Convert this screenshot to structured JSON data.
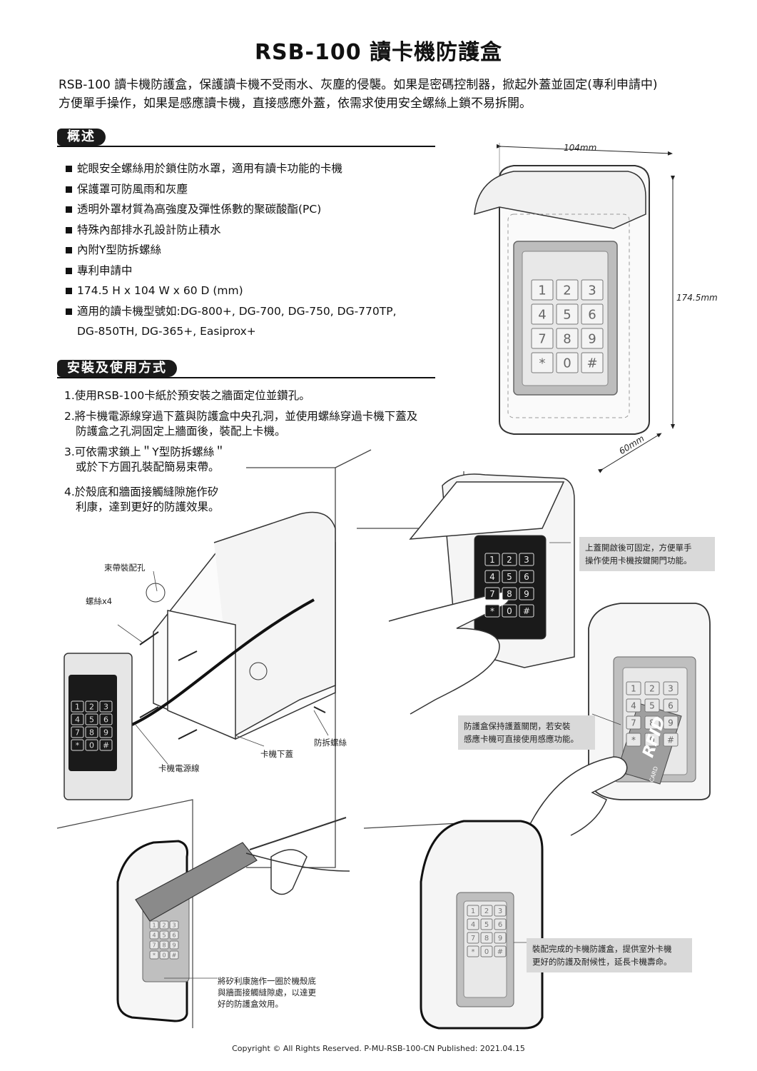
{
  "title": "RSB-100 讀卡機防護盒",
  "intro": {
    "line1": "RSB-100 讀卡機防護盒，保護讀卡機不受雨水、灰塵的侵襲。如果是密碼控制器，掀起外蓋並固定(專利申請中)",
    "line2": "方便單手操作，如果是感應讀卡機，直接感應外蓋，依需求使用安全螺絲上鎖不易拆開。"
  },
  "overview": {
    "heading": "概述",
    "items": [
      "蛇眼安全螺絲用於鎖住防水罩，適用有讀卡功能的卡機",
      "保護罩可防風雨和灰塵",
      "透明外罩材質為高強度及彈性係數的聚碳酸酯(PC)",
      "特殊內部排水孔設計防止積水",
      "內附Y型防拆螺絲",
      "專利申請中",
      "174.5 H x 104 W x 60 D (mm)",
      "適用的讀卡機型號如:DG-800+, DG-700, DG-750, DG-770TP,"
    ],
    "item_continuation": "DG-850TH, DG-365+, Easiprox+"
  },
  "install": {
    "heading": "安裝及使用方式",
    "step1": "1.使用RSB-100卡紙於預安裝之牆面定位並鑽孔。",
    "step2_a": "2.將卡機電源線穿過下蓋與防護盒中央孔洞，並使用螺絲穿過卡機下蓋及",
    "step2_b": "防護盒之孔洞固定上牆面後，裝配上卡機。",
    "step3_a": "3.可依需求鎖上＂Y型防拆螺絲＂",
    "step3_b": "或於下方圓孔裝配簡易束帶。",
    "step4_a": "4.於殼底和牆面接觸縫隙施作矽",
    "step4_b": "利康，達到更好的防護效果。"
  },
  "dimensions": {
    "width": "104mm",
    "height": "174.5mm",
    "depth": "60mm"
  },
  "diagram_labels": {
    "tie_hole": "束帶裝配孔",
    "screws": "螺絲x4",
    "power_cable": "卡機電源線",
    "bottom_cover": "卡機下蓋",
    "tamper_screw": "防拆螺絲"
  },
  "keypad_keys": [
    "1",
    "2",
    "3",
    "4",
    "5",
    "6",
    "7",
    "8",
    "9",
    "*",
    "0",
    "#"
  ],
  "card": {
    "big": "RFID",
    "small": "CARD"
  },
  "callouts": {
    "lid_open_1": "上蓋開啟後可固定，方便單手",
    "lid_open_2": "操作使用卡機按鍵開門功能。",
    "rfid_1": "防護盒保持護蓋關閉，若安裝",
    "rfid_2": "感應卡機可直接使用感應功能。",
    "done_1": "裝配完成的卡機防護盒，提供室外卡機",
    "done_2": "更好的防護及耐候性，延長卡機壽命。",
    "silicone_1": "將矽利康施作一圈於機殼底",
    "silicone_2": "與牆面接觸縫隙處，以達更",
    "silicone_3": "好的防護盒效用。"
  },
  "footer": "Copyright ©  All Rights Reserved.   P-MU-RSB-100-CN   Published: 2021.04.15"
}
